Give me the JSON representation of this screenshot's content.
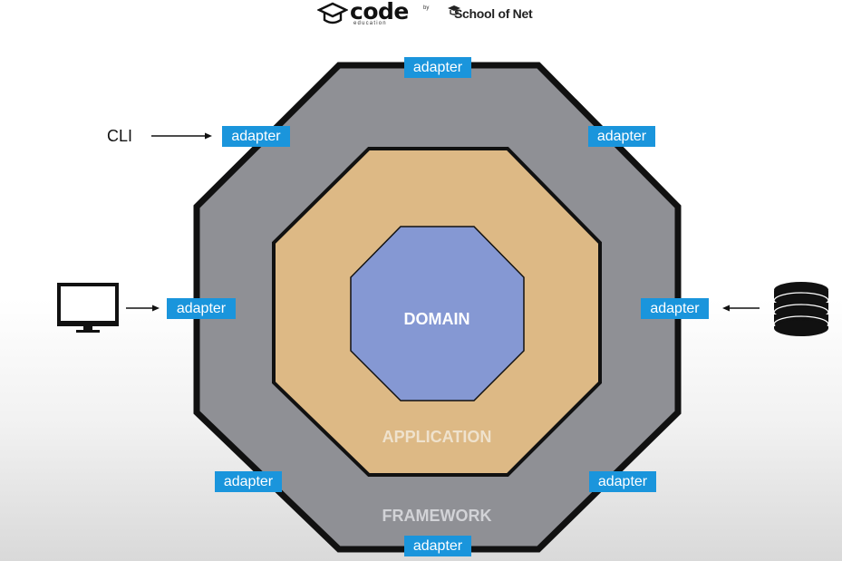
{
  "header": {
    "brand_code": "code",
    "brand_code_sub": "education",
    "by": "by",
    "brand_school": "School of Net"
  },
  "layers": {
    "outer": "FRAMEWORK",
    "middle": "APPLICATION",
    "inner": "DOMAIN"
  },
  "adapters": {
    "top": "adapter",
    "upper_left": "adapter",
    "upper_right": "adapter",
    "left": "adapter",
    "right": "adapter",
    "lower_left": "adapter",
    "lower_right": "adapter",
    "bottom": "adapter"
  },
  "external": {
    "cli": "CLI",
    "monitor_icon": "monitor-icon",
    "database_icon": "database-icon"
  },
  "colors": {
    "framework_fill": "#8f9095",
    "application_fill": "#ddb985",
    "domain_fill": "#8598d3",
    "adapter_bg": "#1a95dc",
    "outline": "#111111"
  }
}
